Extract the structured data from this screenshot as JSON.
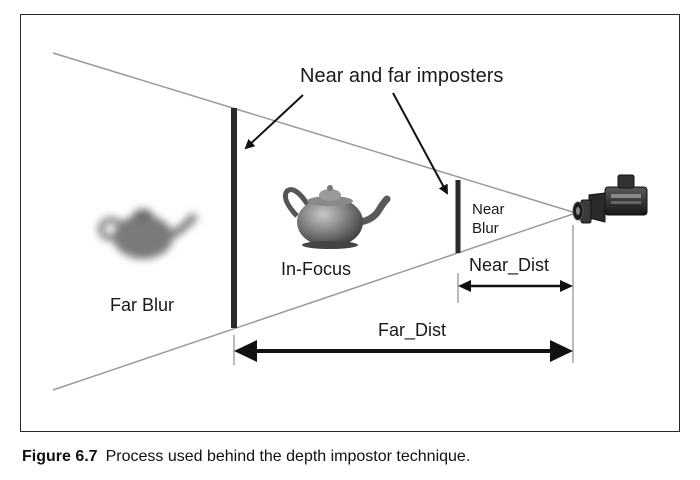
{
  "diagram": {
    "callout_label": "Near and far imposters",
    "zones": {
      "far_blur": "Far Blur",
      "in_focus": "In-Focus",
      "near_blur_line1": "Near",
      "near_blur_line2": "Blur"
    },
    "distances": {
      "near": "Near_Dist",
      "far": "Far_Dist"
    },
    "icons": [
      "camera-icon",
      "teapot-icon",
      "blurred-teapot-icon"
    ]
  },
  "caption": {
    "number": "Figure 6.7",
    "text": "Process used behind the depth impostor technique."
  }
}
